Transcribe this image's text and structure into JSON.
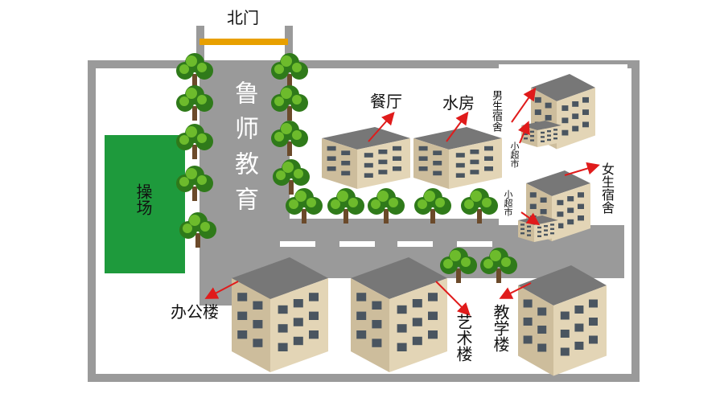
{
  "labels": {
    "north_gate": "北门",
    "main_road": "鲁师教育",
    "playground": "操场",
    "canteen": "餐厅",
    "water_room": "水房",
    "male_dorm": "男生宿舍",
    "small_market_1": "小超市",
    "female_dorm": "女生宿舍",
    "small_market_2": "小超市",
    "office_building": "办公楼",
    "art_building": "艺术楼",
    "teaching_building": "教学楼"
  },
  "colors": {
    "road": "#9a9a9a",
    "wall": "#9a9a9a",
    "gate": "#e8a000",
    "playground": "#1e9a3c",
    "arrow": "#e01b1b",
    "tree_dark": "#2f7a1a",
    "tree_light": "#6dbb2c",
    "building_wall": "#d9c9a8",
    "building_roof": "#777777",
    "window": "#4a5560"
  },
  "icons": [
    "tree-icon",
    "building-icon",
    "arrow-icon"
  ]
}
